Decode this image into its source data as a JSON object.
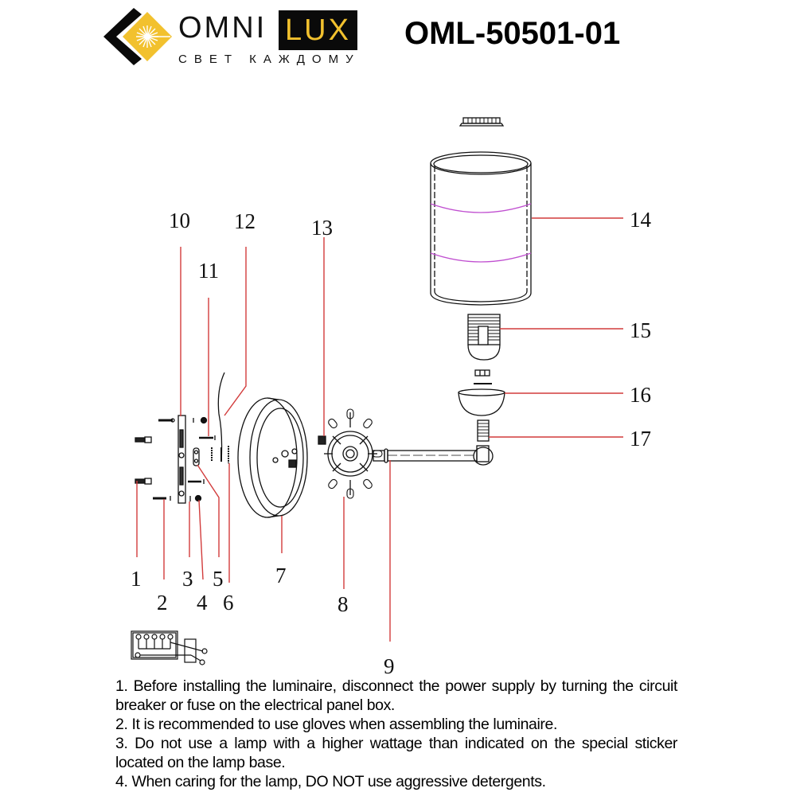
{
  "header": {
    "brand_left": "OMNI",
    "brand_right": "LUX",
    "tagline": "СВЕТ КАЖДОМУ",
    "model_number": "OML-50501-01",
    "logo_icon": "diamond-sunburst-icon",
    "colors": {
      "brand_yellow": "#f2c12e",
      "brand_black": "#0a0a0a"
    }
  },
  "diagram": {
    "callout_color": "#d23c3c",
    "shade_band_color": "#c04fd0",
    "callouts": [
      {
        "id": "1",
        "label": "1"
      },
      {
        "id": "2",
        "label": "2"
      },
      {
        "id": "3",
        "label": "3"
      },
      {
        "id": "4",
        "label": "4"
      },
      {
        "id": "5",
        "label": "5"
      },
      {
        "id": "6",
        "label": "6"
      },
      {
        "id": "7",
        "label": "7"
      },
      {
        "id": "8",
        "label": "8"
      },
      {
        "id": "9",
        "label": "9"
      },
      {
        "id": "10",
        "label": "10"
      },
      {
        "id": "11",
        "label": "11"
      },
      {
        "id": "12",
        "label": "12"
      },
      {
        "id": "13",
        "label": "13"
      },
      {
        "id": "14",
        "label": "14"
      },
      {
        "id": "15",
        "label": "15"
      },
      {
        "id": "16",
        "label": "16"
      },
      {
        "id": "17",
        "label": "17"
      }
    ]
  },
  "instructions": [
    "1. Before installing the luminaire, disconnect the power supply by turning the circuit breaker or fuse on the electrical panel box.",
    "2. It is recommended to use gloves when assembling the luminaire.",
    "3. Do not use a lamp with a higher wattage than indicated on the special sticker located on the lamp base.",
    "4. When caring for the lamp, DO NOT use aggressive detergents."
  ]
}
